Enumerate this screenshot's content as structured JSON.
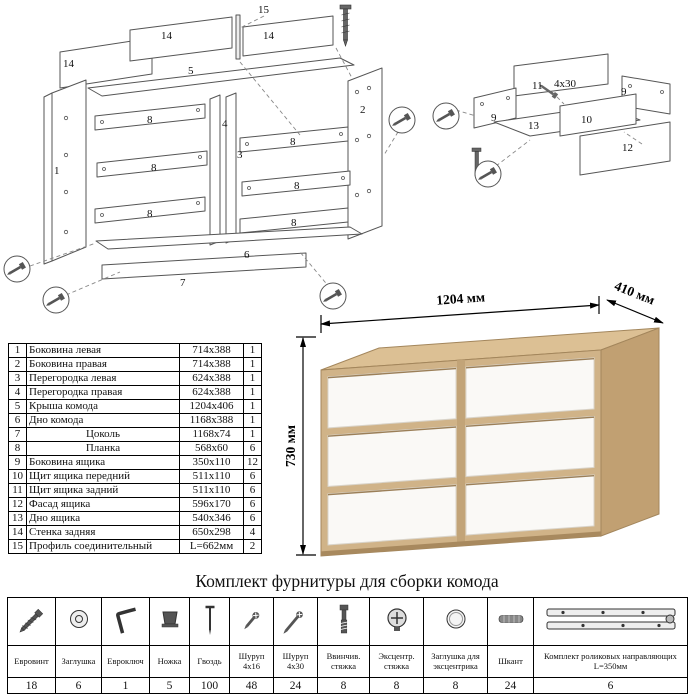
{
  "title": "Комплект фурнитуры для сборки комода",
  "render": {
    "width_label": "1204 мм",
    "depth_label": "410 мм",
    "height_label": "730 мм"
  },
  "parts_table": {
    "rows": [
      {
        "num": "1",
        "name": "Боковина левая",
        "size": "714x388",
        "qty": "1"
      },
      {
        "num": "2",
        "name": "Боковина правая",
        "size": "714x388",
        "qty": "1"
      },
      {
        "num": "3",
        "name": "Перегородка левая",
        "size": "624x388",
        "qty": "1"
      },
      {
        "num": "4",
        "name": "Перегородка правая",
        "size": "624x388",
        "qty": "1"
      },
      {
        "num": "5",
        "name": "Крыша комода",
        "size": "1204x406",
        "qty": "1"
      },
      {
        "num": "6",
        "name": "Дно комода",
        "size": "1168x388",
        "qty": "1"
      },
      {
        "num": "7",
        "name": "Цоколь",
        "size": "1168x74",
        "qty": "1"
      },
      {
        "num": "8",
        "name": "Планка",
        "size": "568x60",
        "qty": "6"
      },
      {
        "num": "9",
        "name": "Боковина ящика",
        "size": "350x110",
        "qty": "12"
      },
      {
        "num": "10",
        "name": "Щит ящика передний",
        "size": "511x110",
        "qty": "6"
      },
      {
        "num": "11",
        "name": "Щит ящика задний",
        "size": "511x110",
        "qty": "6"
      },
      {
        "num": "12",
        "name": "Фасад ящика",
        "size": "596x170",
        "qty": "6"
      },
      {
        "num": "13",
        "name": "Дно ящика",
        "size": "540x346",
        "qty": "6"
      },
      {
        "num": "14",
        "name": "Стенка задняя",
        "size": "650x298",
        "qty": "4"
      },
      {
        "num": "15",
        "name": "Профиль соединительный",
        "size": "L=662мм",
        "qty": "2"
      }
    ]
  },
  "hardware": {
    "items": [
      {
        "icon": "euro-screw",
        "label": "Евровинт",
        "qty": "18"
      },
      {
        "icon": "cap",
        "label": "Заглушка",
        "qty": "6"
      },
      {
        "icon": "hex-key",
        "label": "Евроключ",
        "qty": "1"
      },
      {
        "icon": "leg",
        "label": "Ножка",
        "qty": "5"
      },
      {
        "icon": "nail",
        "label": "Гвоздь",
        "qty": "100"
      },
      {
        "icon": "screw-4x16",
        "label": "Шуруп 4x16",
        "qty": "48"
      },
      {
        "icon": "screw-4x30",
        "label": "Шуруп 4x30",
        "qty": "24"
      },
      {
        "icon": "screw-in-tie",
        "label": "Ввинчив. стяжка",
        "qty": "8"
      },
      {
        "icon": "cam-lock",
        "label": "Эксцентр. стяжка",
        "qty": "8"
      },
      {
        "icon": "cam-cap",
        "label": "Заглушка для эксцентрика",
        "qty": "8"
      },
      {
        "icon": "dowel",
        "label": "Шкант",
        "qty": "24"
      },
      {
        "icon": "drawer-slides",
        "label": "Комплект роликовых направляющих L=350мм",
        "qty": "6"
      }
    ]
  },
  "diagram": {
    "main_labels": [
      "15",
      "14",
      "14",
      "14",
      "5",
      "1",
      "8",
      "8",
      "8",
      "8",
      "8",
      "8",
      "4",
      "3",
      "2",
      "6",
      "7"
    ],
    "drawer_labels": [
      "11",
      "4x30",
      "9",
      "9",
      "13",
      "10",
      "12"
    ]
  }
}
